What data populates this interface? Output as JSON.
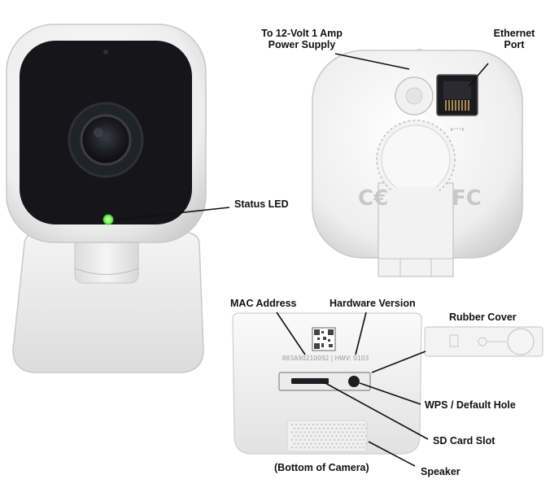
{
  "labels": {
    "power_supply_line1": "To 12-Volt 1 Amp",
    "power_supply_line2": "Power Supply",
    "ethernet_line1": "Ethernet",
    "ethernet_line2": "Port",
    "status_led": "Status LED",
    "mac_address": "MAC Address",
    "hardware_version": "Hardware Version",
    "rubber_cover": "Rubber Cover",
    "wps_hole": "WPS / Default Hole",
    "sd_card_slot": "SD Card Slot",
    "bottom_caption": "(Bottom of Camera)",
    "speaker": "Speaker"
  },
  "device_print": {
    "id_line": "883A90210092 | HWV: 0103",
    "ce_mark": "C€",
    "fcc_mark": "FC",
    "ethernet_glyph": "‹···›"
  },
  "colors": {
    "led": "#7CFF5A",
    "camera_body": "#f3f3f3",
    "lens_face": "#15151a",
    "leader_line": "#111111"
  }
}
